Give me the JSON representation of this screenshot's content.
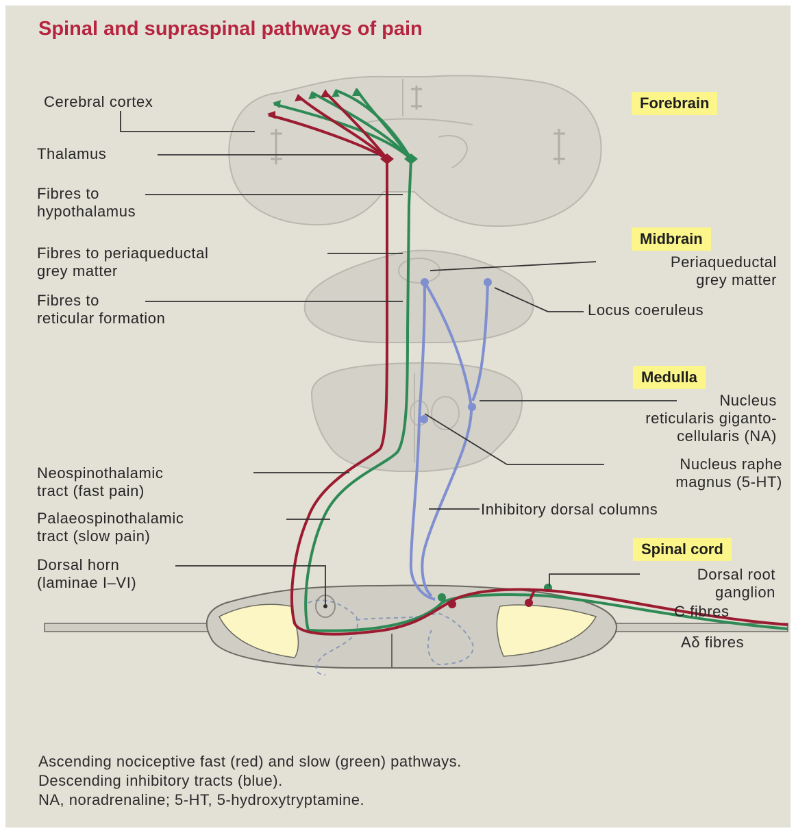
{
  "title": "Spinal and supraspinal pathways of pain",
  "regions": {
    "forebrain": "Forebrain",
    "midbrain": "Midbrain",
    "medulla": "Medulla",
    "spinal_cord": "Spinal cord"
  },
  "labels_left": {
    "cerebral_cortex": "Cerebral cortex",
    "thalamus": "Thalamus",
    "fibres_hypothalamus": "Fibres to\nhypothalamus",
    "fibres_pag": "Fibres to periaqueductal\ngrey matter",
    "fibres_reticular": "Fibres to\nreticular formation",
    "neospinothalamic": "Neospinothalamic\ntract (fast pain)",
    "palaeospinothalamic": "Palaeospinothalamic\ntract (slow pain)",
    "dorsal_horn": "Dorsal horn\n(laminae I–VI)"
  },
  "labels_right": {
    "pag": "Periaqueductal\ngrey matter",
    "locus_coeruleus": "Locus coeruleus",
    "nrgc": "Nucleus\nreticularis giganto-\ncellularis (NA)",
    "raphe": "Nucleus raphe\nmagnus (5-HT)",
    "inhibitory": "Inhibitory dorsal columns",
    "drg": "Dorsal root\nganglion",
    "c_fibres": "C fibres",
    "adelta_fibres": "Aδ fibres"
  },
  "caption": [
    "Ascending nociceptive fast (red) and slow (green) pathways.",
    "Descending inhibitory tracts (blue).",
    "NA, noradrenaline; 5-HT, 5-hydroxytryptamine."
  ],
  "colors": {
    "fast_pathway": "#9b1b30",
    "slow_pathway": "#2e8a55",
    "inhibitory": "#7f8fd0",
    "tissue": "#cfcdc4",
    "grey_matter": "#fbf6c4",
    "highlight": "#fbf58a"
  }
}
